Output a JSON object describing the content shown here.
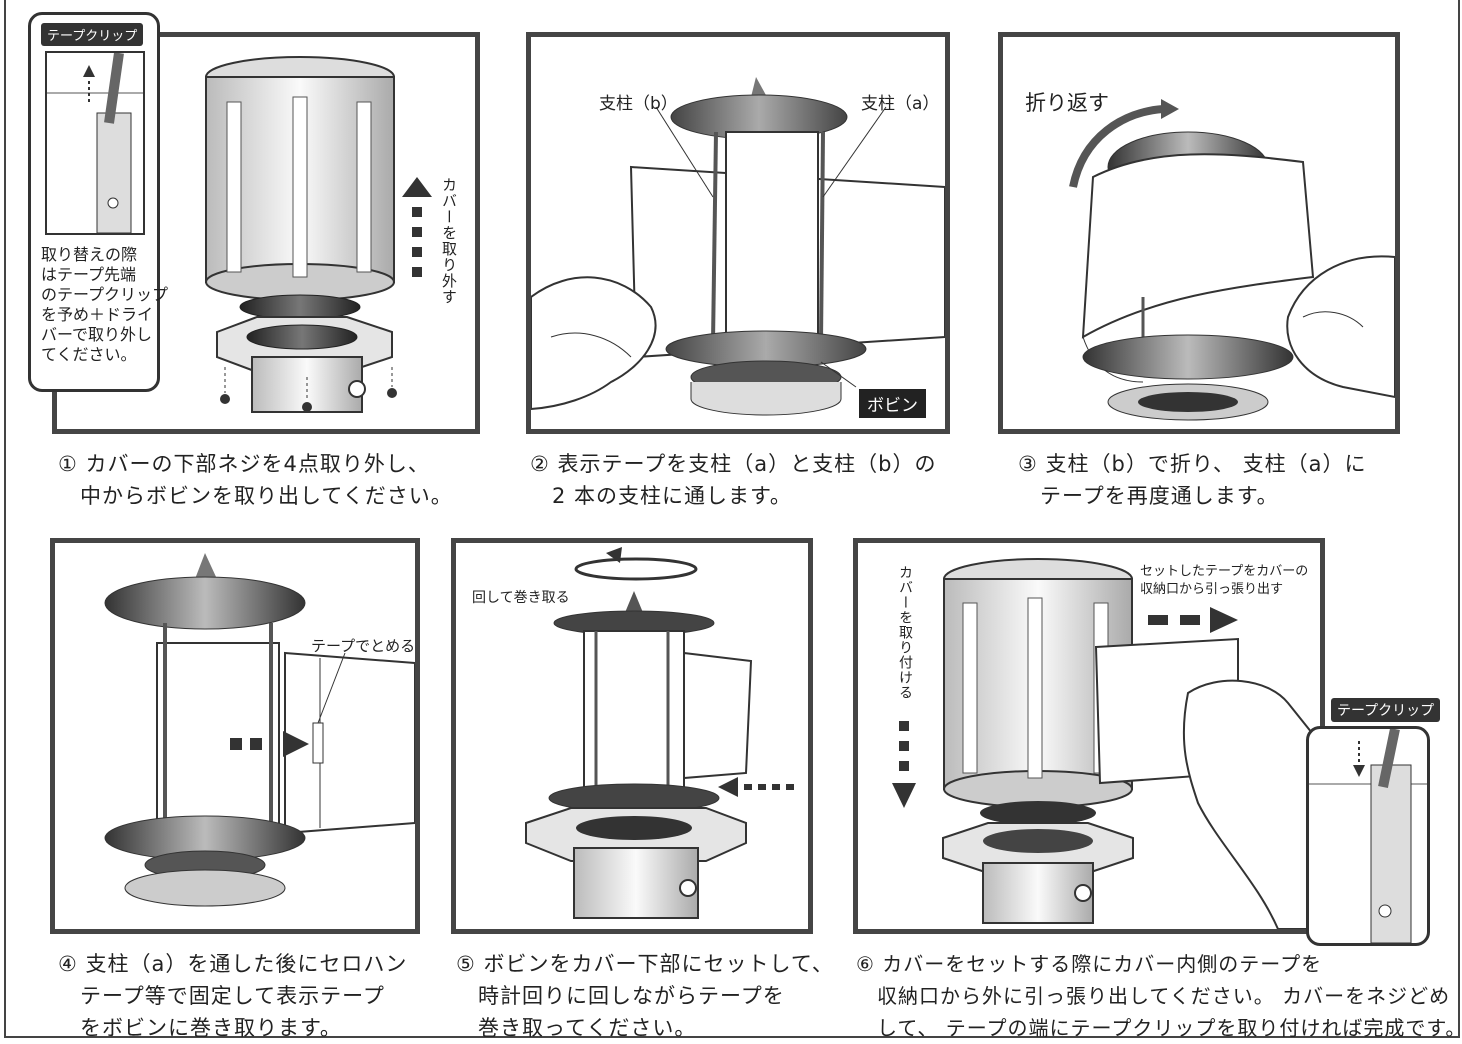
{
  "step1": {
    "caption": "① カバーの下部ネジを4点取り外し、\n　中からボビンを取り出してください。",
    "tape_clip_label": "テープクリップ",
    "note": "取り替えの際\nはテープ先端\nのテープクリップ\nを予め＋ドライ\nバーで取り外し\nてください。",
    "arrow_label": "カバーを取り外す"
  },
  "step2": {
    "caption": "② 表示テープを支柱（a）と支柱（b）の\n　2 本の支柱に通します。",
    "pillar_b": "支柱（b）",
    "pillar_a": "支柱（a）",
    "bobbin_label": "ボビン"
  },
  "step3": {
    "caption": "③ 支柱（b）で折り、 支柱（a）に\n　テープを再度通します。",
    "fold_label": "折り返す"
  },
  "step4": {
    "caption": "④ 支柱（a）を通した後にセロハン\n　テープ等で固定して表示テープ\n　をボビンに巻き取ります。",
    "tape_label": "テープでとめる"
  },
  "step5": {
    "caption": "⑤ ボビンをカバー下部にセットして、\n　時計回りに回しながらテープを\n　巻き取ってください。",
    "rotate_label": "回して巻き取る"
  },
  "step6": {
    "caption": "⑥ カバーをセットする際にカバー内側のテープを\n　収納口から外に引っ張り出してください。 カバーをネジどめ\n　して、 テープの端にテープクリップを取り付ければ完成です。",
    "pull_label": "セットしたテープをカバーの\n収納口から引っ張り出す",
    "arrow_label": "カバーを取り付ける",
    "tape_clip_label": "テープクリップ"
  }
}
